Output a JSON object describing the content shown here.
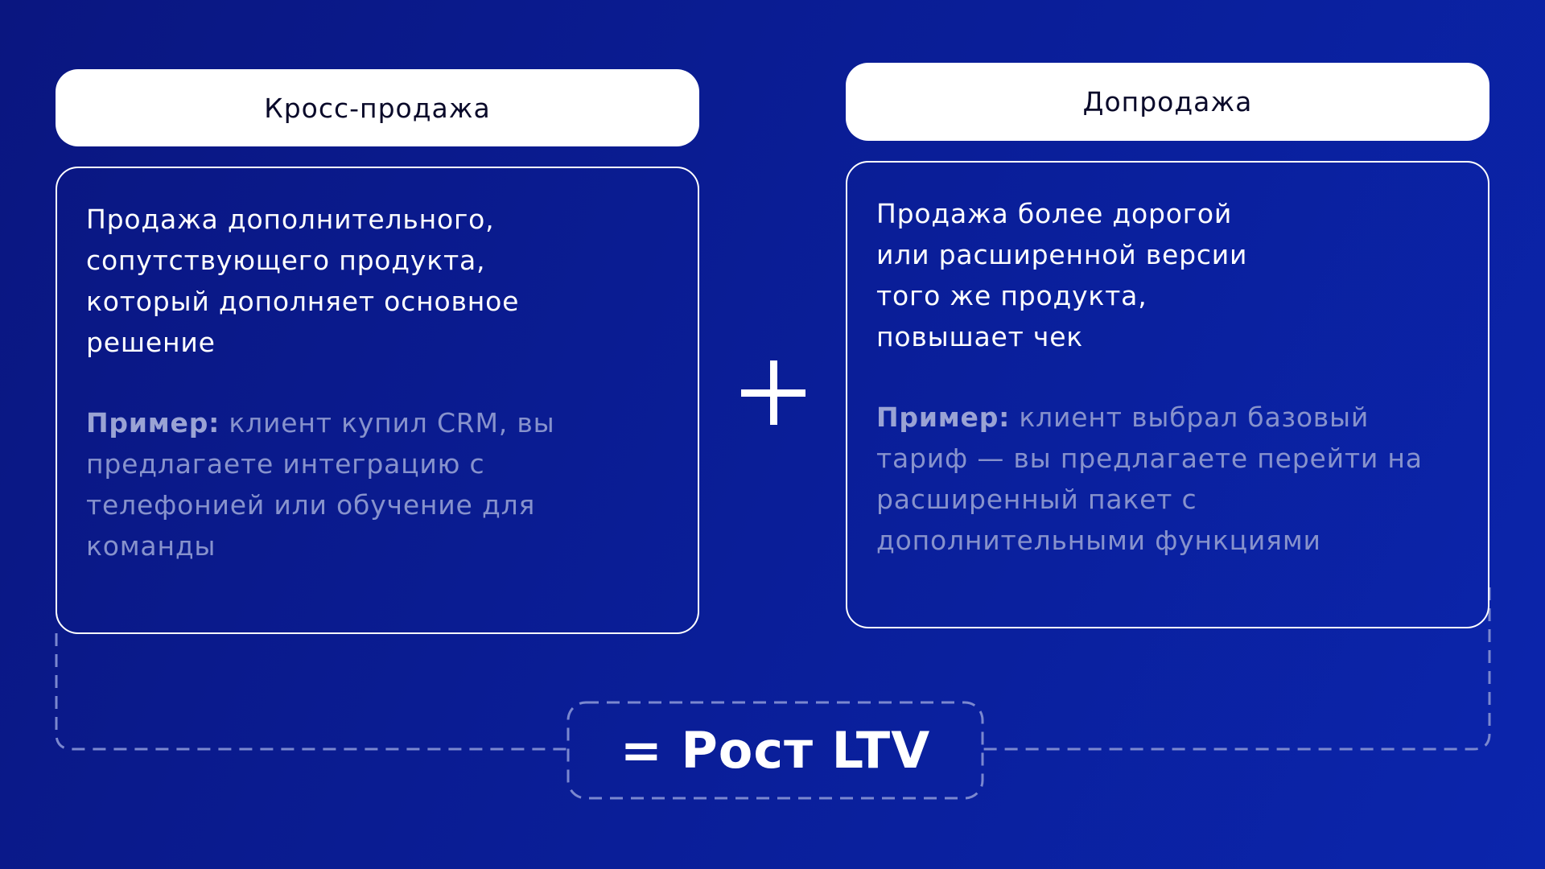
{
  "left": {
    "title": "Кросс-продажа",
    "description": "Продажа дополнительного,\nсопутствующего продукта,\nкоторый дополняет основное\nрешение",
    "example_label": "Пример:",
    "example_text": " клиент купил CRM, вы предлагаете интеграцию с телефонией или обучение для команды"
  },
  "right": {
    "title": "Допродажа",
    "description": "Продажа более дорогой\nили расширенной версии\nтого же продукта,\nповышает чек",
    "example_label": "Пример:",
    "example_text": " клиент выбрал базовый тариф — вы предлагаете перейти на расширенный пакет с дополнительными функциями"
  },
  "result": "= Рост LTV",
  "colors": {
    "background": "#0a1d95",
    "muted_text": "#8792cc",
    "dashed": "#7b88cf"
  }
}
